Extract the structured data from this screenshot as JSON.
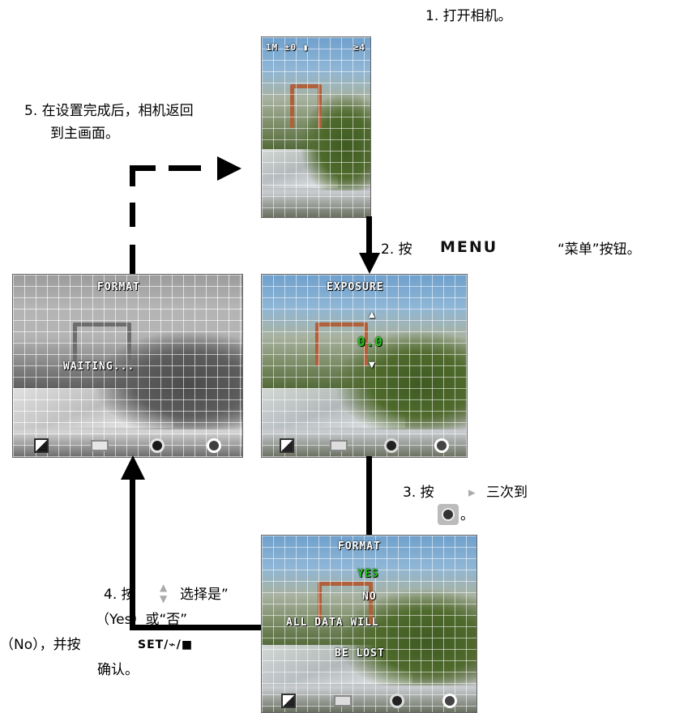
{
  "steps": {
    "s1": "1. 打开相机。",
    "s2_prefix": "2. 按",
    "s2_menu": "MENU",
    "s2_suffix": "“菜单”按钮。",
    "s3_prefix": "3. 按",
    "s3_suffix": "三次到",
    "s3_end": "。",
    "s4_line1_prefix": "4. 按",
    "s4_line1_suffix": "选择是”",
    "s4_line2": "（Yes）或“否”",
    "s4_line3_prefix": "（No），并按",
    "s4_line3_keys": "SET/⌁/■",
    "s4_line4": "确认。",
    "s5_line1": "5. 在设置完成后，相机返回",
    "s5_line2": "到主画面。"
  },
  "screens": {
    "main": {
      "osd_left": "1M ±0 ▮",
      "osd_right": "≥4"
    },
    "exposure": {
      "title": "EXPOSURE",
      "value": "0.0"
    },
    "format_result": {
      "title": "FORMAT",
      "status": "WAITING..."
    },
    "format_menu": {
      "title": "FORMAT",
      "option_yes": "YES",
      "option_no": "NO",
      "warning": "ALL DATA WILL",
      "warning2": "BE LOST"
    }
  },
  "icons": [
    "right-arrow-icon",
    "up-down-arrow-icon",
    "format-card-icon",
    "ev-icon",
    "lens-icon",
    "menu-icon"
  ],
  "colors": {
    "highlight": "#27c21b",
    "connector": "#000000"
  }
}
